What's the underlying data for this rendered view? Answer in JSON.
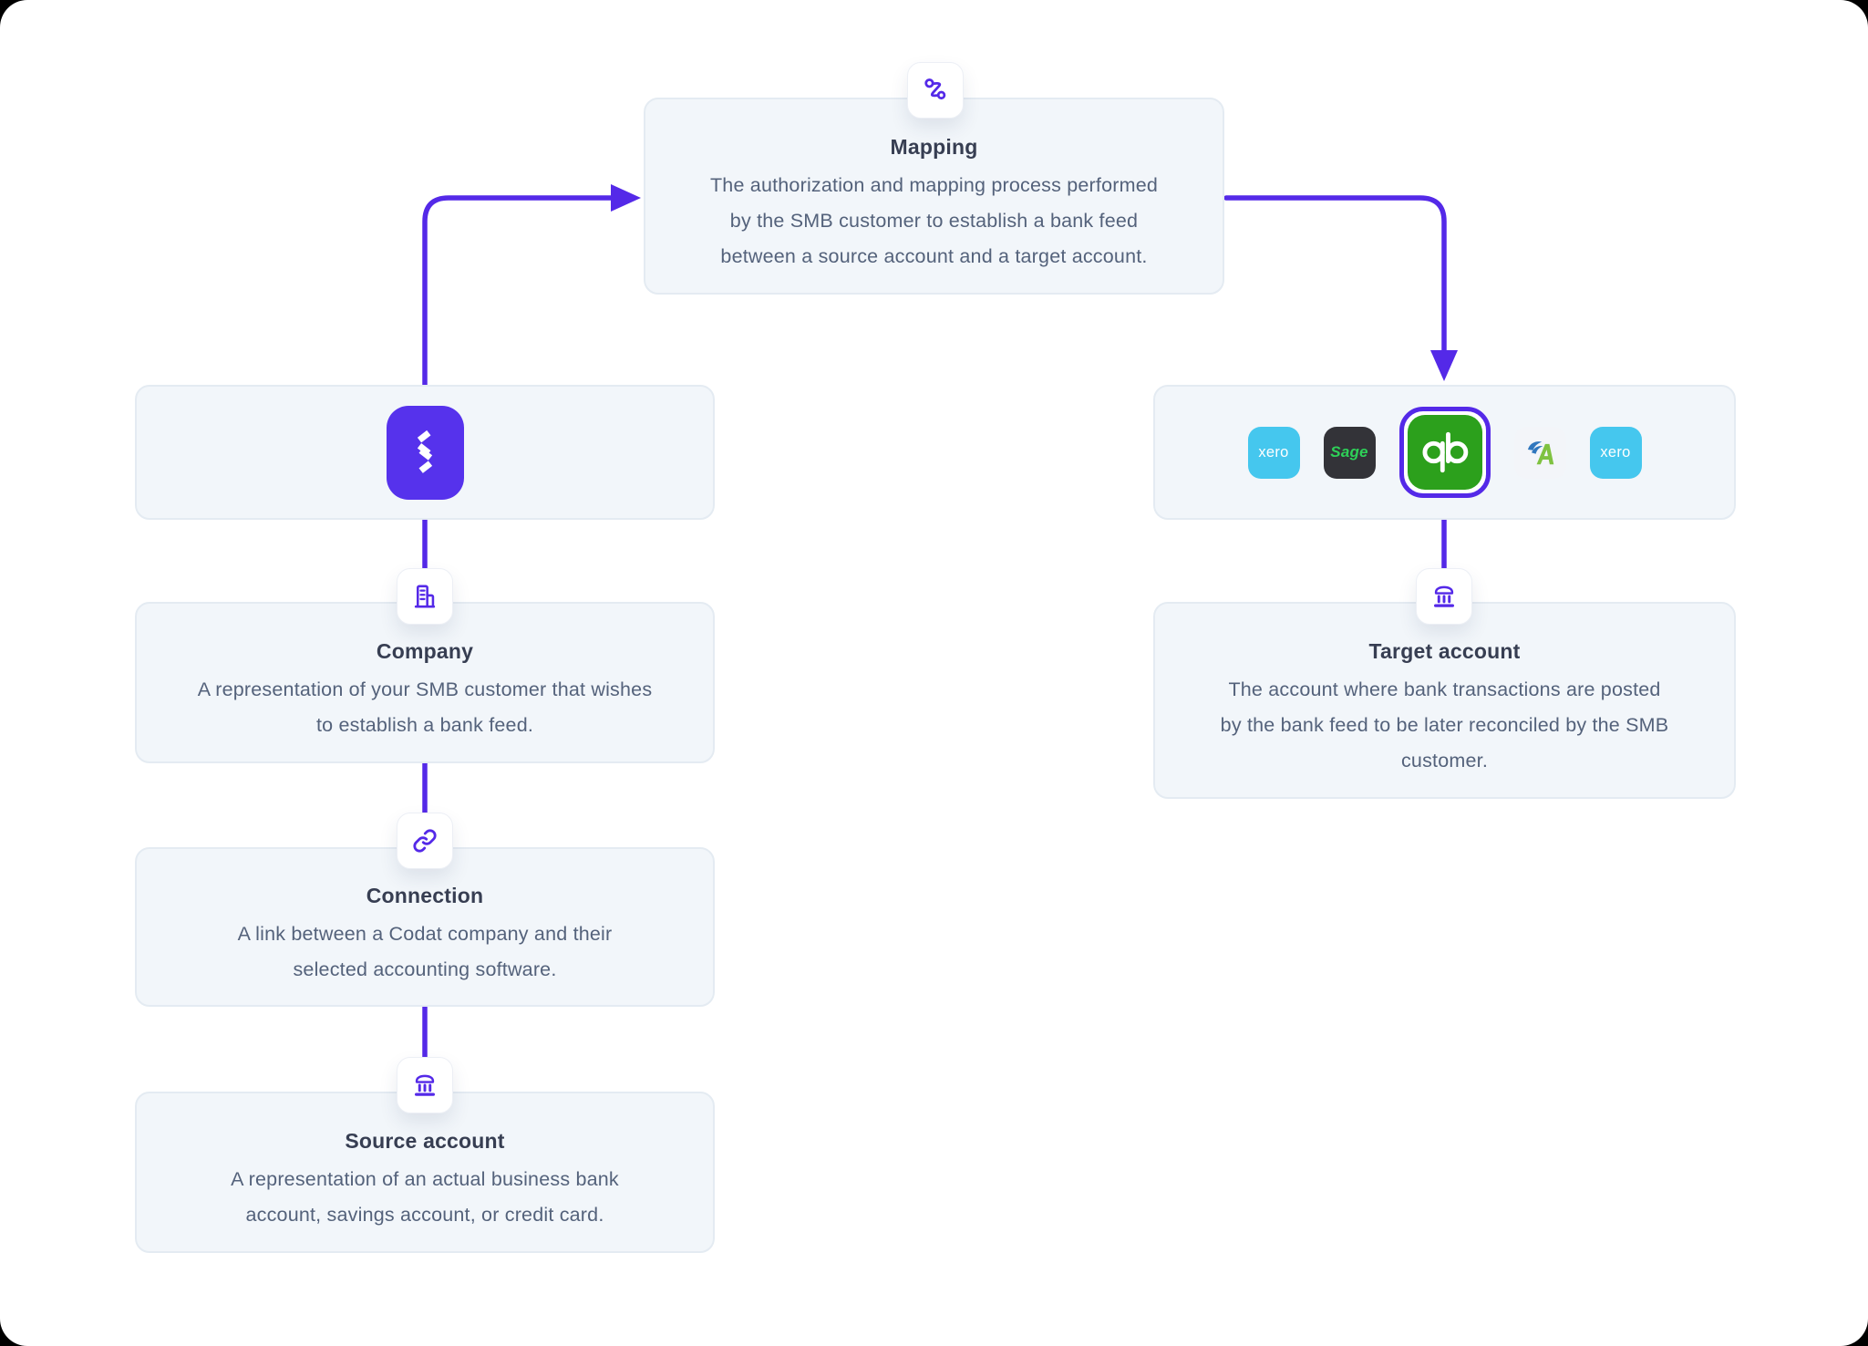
{
  "theme": {
    "accent_purple": "#5429e8",
    "codat_purple": "#5632ec",
    "card_background": "#f2f6fa",
    "card_border": "#e4ebf2",
    "title_color": "#373e52",
    "body_color": "#54627b",
    "quickbooks_green": "#2ca01c",
    "xero_blue": "#45c7ee",
    "sage_background": "#333338",
    "sage_green": "#2ed158"
  },
  "nodes": {
    "mapping": {
      "title": "Mapping",
      "description": "The authorization and mapping process performed by the SMB customer to establish a bank feed between a source account and a target account.",
      "icon": "mapping-icon"
    },
    "company": {
      "title": "Company",
      "description": "A representation of your SMB customer that wishes to establish a bank feed.",
      "icon": "building-icon"
    },
    "connection": {
      "title": "Connection",
      "description": "A link between a Codat company and their selected accounting software.",
      "icon": "link-icon"
    },
    "source_account": {
      "title": "Source account",
      "description": "A representation of an actual business bank account, savings account, or credit card.",
      "icon": "bank-icon"
    },
    "target_account": {
      "title": "Target account",
      "description": "The account where bank transactions are posted by the bank feed to be later reconciled by the SMB customer.",
      "icon": "bank-icon"
    },
    "codat": {
      "icon": "codat-logo"
    }
  },
  "platforms": [
    {
      "name": "xero",
      "label": "xero",
      "selected": false
    },
    {
      "name": "sage",
      "label": "Sage",
      "selected": false
    },
    {
      "name": "quickbooks",
      "label": "qb",
      "selected": true
    },
    {
      "name": "freeagent",
      "label": "A",
      "selected": false
    },
    {
      "name": "xero",
      "label": "xero",
      "selected": false
    }
  ]
}
